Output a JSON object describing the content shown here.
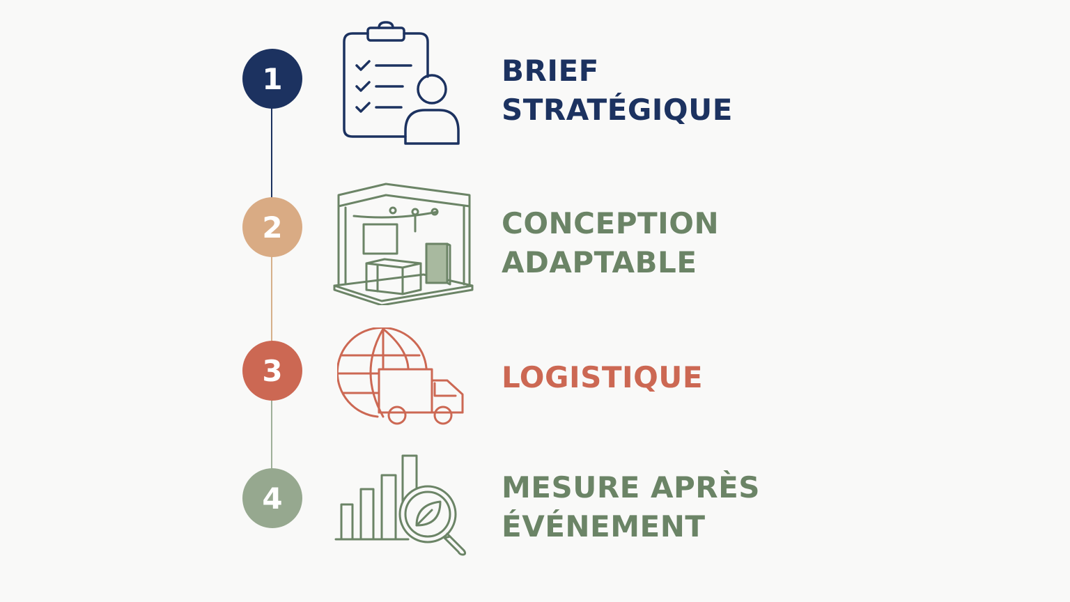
{
  "colors": {
    "navy": "#1c3260",
    "sand": "#d9ab84",
    "terracotta": "#cc6853",
    "sage": "#96a88f",
    "green_text": "#6b8466",
    "line_sand": "#d6b08a",
    "line_sage": "#9fb09a"
  },
  "steps": [
    {
      "number": "1",
      "icon": "clipboard-checklist-person-icon",
      "label_lines": [
        "BRIEF",
        "STRATÉGIQUE"
      ]
    },
    {
      "number": "2",
      "icon": "exhibition-booth-icon",
      "label_lines": [
        "CONCEPTION",
        "ADAPTABLE"
      ]
    },
    {
      "number": "3",
      "icon": "globe-delivery-truck-icon",
      "label_lines": [
        "LOGISTIQUE"
      ]
    },
    {
      "number": "4",
      "icon": "bar-chart-leaf-magnifier-icon",
      "label_lines": [
        "MESURE APRÈS",
        "ÉVÉNEMENT"
      ]
    }
  ]
}
